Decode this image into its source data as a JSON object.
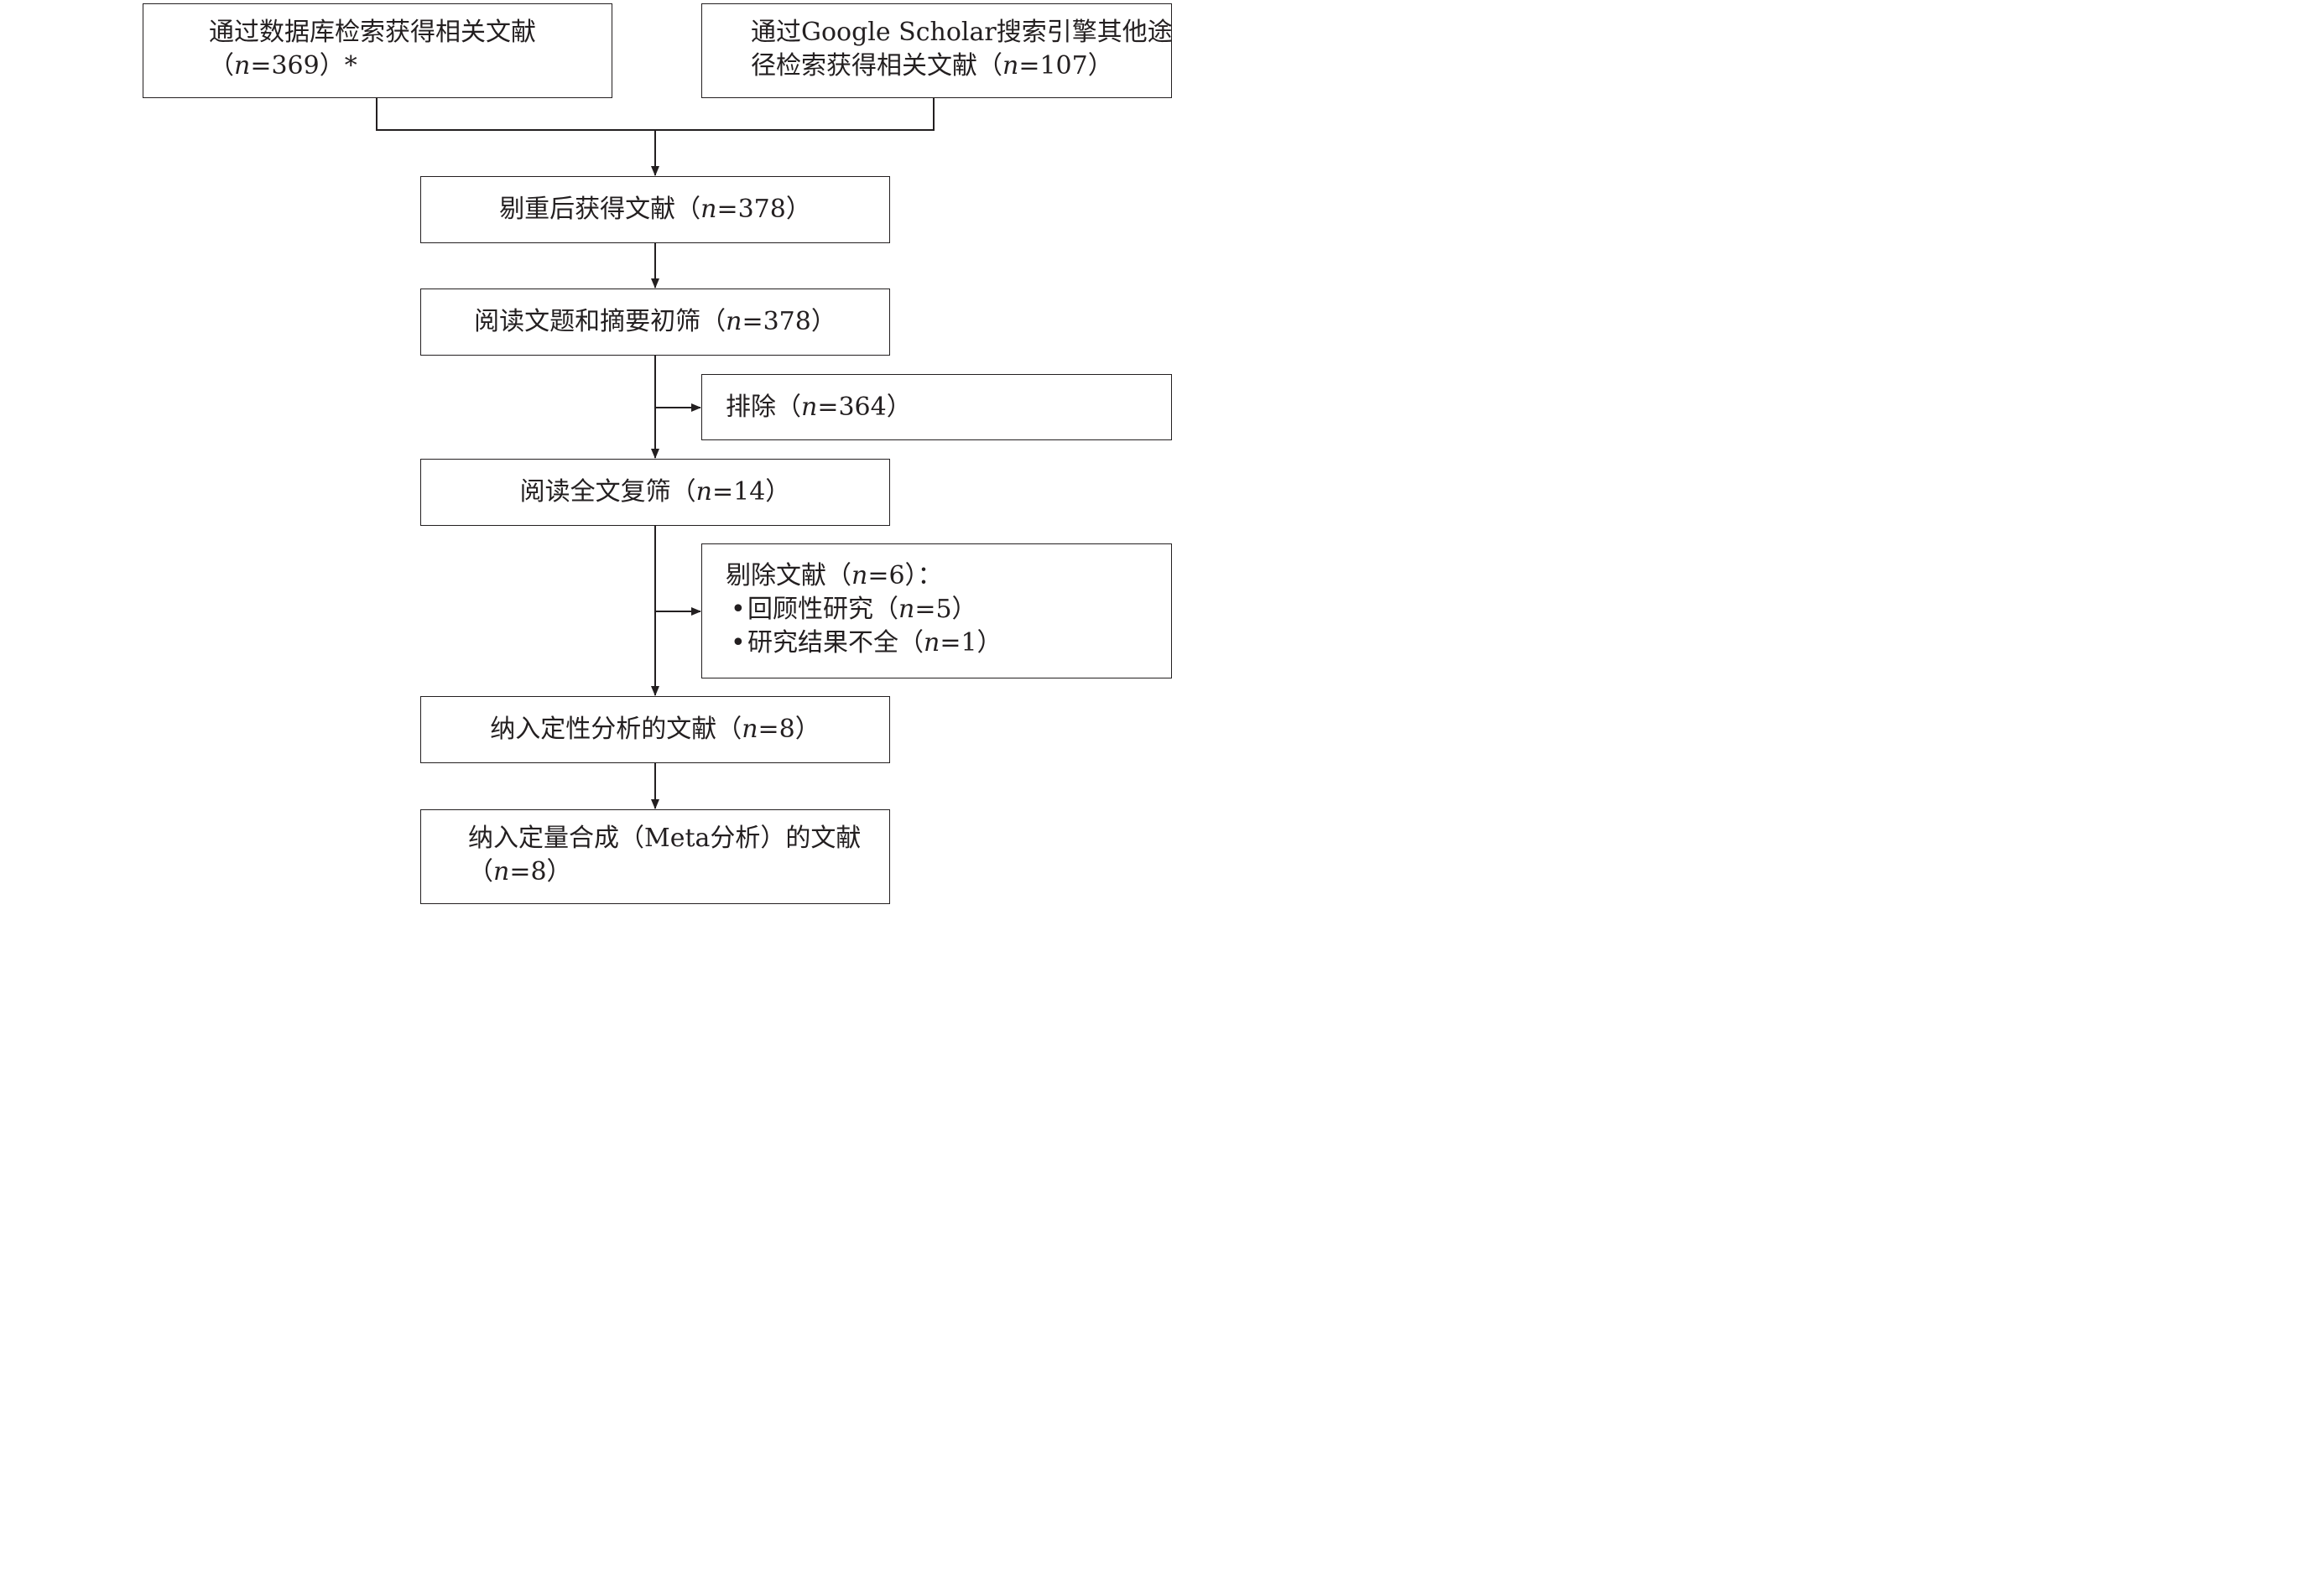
{
  "flowchart": {
    "database_search": {
      "line1": "通过数据库检索获得相关文献",
      "line2_open": "（",
      "n_symbol": "n",
      "line2_value": "=369）*"
    },
    "other_search": {
      "line1": "通过Google Scholar搜索引擎其他途",
      "line2_prefix": "径检索获得相关文献（",
      "n_symbol": "n",
      "line2_value": "=107）"
    },
    "after_dedup": {
      "prefix": "剔重后获得文献（",
      "n_symbol": "n",
      "value": "=378）"
    },
    "title_abstract_screen": {
      "prefix": "阅读文题和摘要初筛（",
      "n_symbol": "n",
      "value": "=378）"
    },
    "excluded_initial": {
      "prefix": "排除（",
      "n_symbol": "n",
      "value": "=364）"
    },
    "fulltext_screen": {
      "prefix": "阅读全文复筛（",
      "n_symbol": "n",
      "value": "=14）"
    },
    "excluded_fulltext": {
      "title_prefix": "剔除文献（",
      "n_symbol": "n",
      "title_value": "=6）：",
      "bullet": "•",
      "reasons": [
        {
          "prefix": "回顾性研究（",
          "n_symbol": "n",
          "value": "=5）"
        },
        {
          "prefix": "研究结果不全（",
          "n_symbol": "n",
          "value": "=1）"
        }
      ]
    },
    "qualitative_synthesis": {
      "prefix": "纳入定性分析的文献（",
      "n_symbol": "n",
      "value": "=8）"
    },
    "quantitative_synthesis": {
      "line1": "纳入定量合成（Meta分析）的文献",
      "line2_open": "（",
      "n_symbol": "n",
      "line2_value": "=8）"
    }
  }
}
